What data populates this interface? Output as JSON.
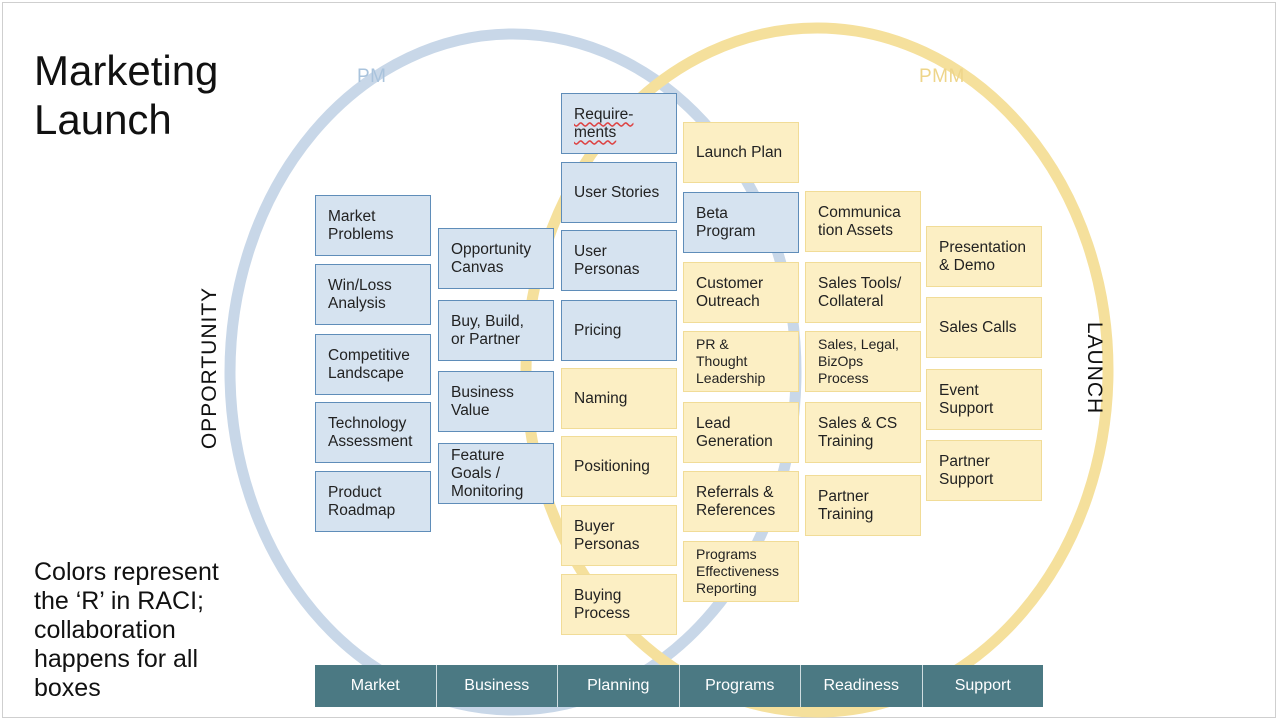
{
  "title": "Marketing\nLaunch",
  "note": "Colors represent the ‘R’ in RACI; collaboration happens for all boxes",
  "circles": {
    "pm": {
      "label": "PM",
      "color": "#c8d7e8"
    },
    "pmm": {
      "label": "PMM",
      "color": "#f5e09c"
    }
  },
  "side_labels": {
    "left": "OPPORTUNITY",
    "right": "LAUNCH"
  },
  "colors": {
    "blue_fill": "#d6e3f0",
    "blue_border": "#5f8db9",
    "yellow_fill": "#fcefc4",
    "yellow_border": "#f1dc97",
    "bar": "#4b7983"
  },
  "columns": [
    {
      "name": "Market",
      "boxes": [
        {
          "text": "Market\nProblems",
          "color": "blue"
        },
        {
          "text": "Win/Loss\nAnalysis",
          "color": "blue"
        },
        {
          "text": "Competitive\nLandscape",
          "color": "blue"
        },
        {
          "text": "Technology\nAssessment",
          "color": "blue"
        },
        {
          "text": "Product\nRoadmap",
          "color": "blue"
        }
      ]
    },
    {
      "name": "Business",
      "boxes": [
        {
          "text": "Opportunity\nCanvas",
          "color": "blue"
        },
        {
          "text": "Buy, Build,\nor Partner",
          "color": "blue"
        },
        {
          "text": "Business\nValue",
          "color": "blue"
        },
        {
          "text": "Feature\nGoals /\nMonitoring",
          "color": "blue"
        }
      ]
    },
    {
      "name": "Planning",
      "boxes": [
        {
          "text": "Require-\nments",
          "color": "blue"
        },
        {
          "text": "User Stories",
          "color": "blue"
        },
        {
          "text": "User\nPersonas",
          "color": "blue"
        },
        {
          "text": "Pricing",
          "color": "blue"
        },
        {
          "text": "Naming",
          "color": "yellow"
        },
        {
          "text": "Positioning",
          "color": "yellow"
        },
        {
          "text": "Buyer\nPersonas",
          "color": "yellow"
        },
        {
          "text": "Buying\nProcess",
          "color": "yellow"
        }
      ]
    },
    {
      "name": "Programs",
      "boxes": [
        {
          "text": "Launch Plan",
          "color": "yellow"
        },
        {
          "text": "Beta\nProgram",
          "color": "blue"
        },
        {
          "text": "Customer\nOutreach",
          "color": "yellow"
        },
        {
          "text": "PR &\nThought\nLeadership",
          "color": "yellow"
        },
        {
          "text": "Lead\nGeneration",
          "color": "yellow"
        },
        {
          "text": "Referrals &\nReferences",
          "color": "yellow"
        },
        {
          "text": "Programs\nEffectiveness\nReporting",
          "color": "yellow"
        }
      ]
    },
    {
      "name": "Readiness",
      "boxes": [
        {
          "text": "Communica\ntion Assets",
          "color": "yellow"
        },
        {
          "text": "Sales Tools/\nCollateral",
          "color": "yellow"
        },
        {
          "text": "Sales, Legal,\nBizOps\nProcess",
          "color": "yellow"
        },
        {
          "text": "Sales & CS\nTraining",
          "color": "yellow"
        },
        {
          "text": "Partner\nTraining",
          "color": "yellow"
        }
      ]
    },
    {
      "name": "Support",
      "boxes": [
        {
          "text": "Presentation\n& Demo",
          "color": "yellow"
        },
        {
          "text": "Sales Calls",
          "color": "yellow"
        },
        {
          "text": "Event\nSupport",
          "color": "yellow"
        },
        {
          "text": "Partner\nSupport",
          "color": "yellow"
        }
      ]
    }
  ]
}
